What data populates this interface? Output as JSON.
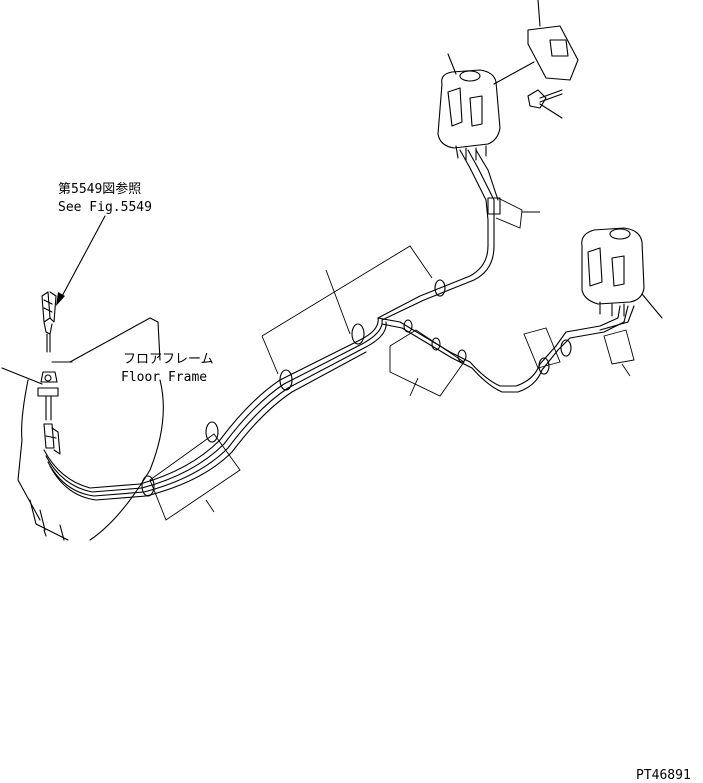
{
  "diagram": {
    "ref_jp": "第5549図参照",
    "ref_en": "See Fig.5549",
    "floor_jp": "フロアフレーム",
    "floor_en": "Floor Frame",
    "figure_code": "PT46891"
  }
}
